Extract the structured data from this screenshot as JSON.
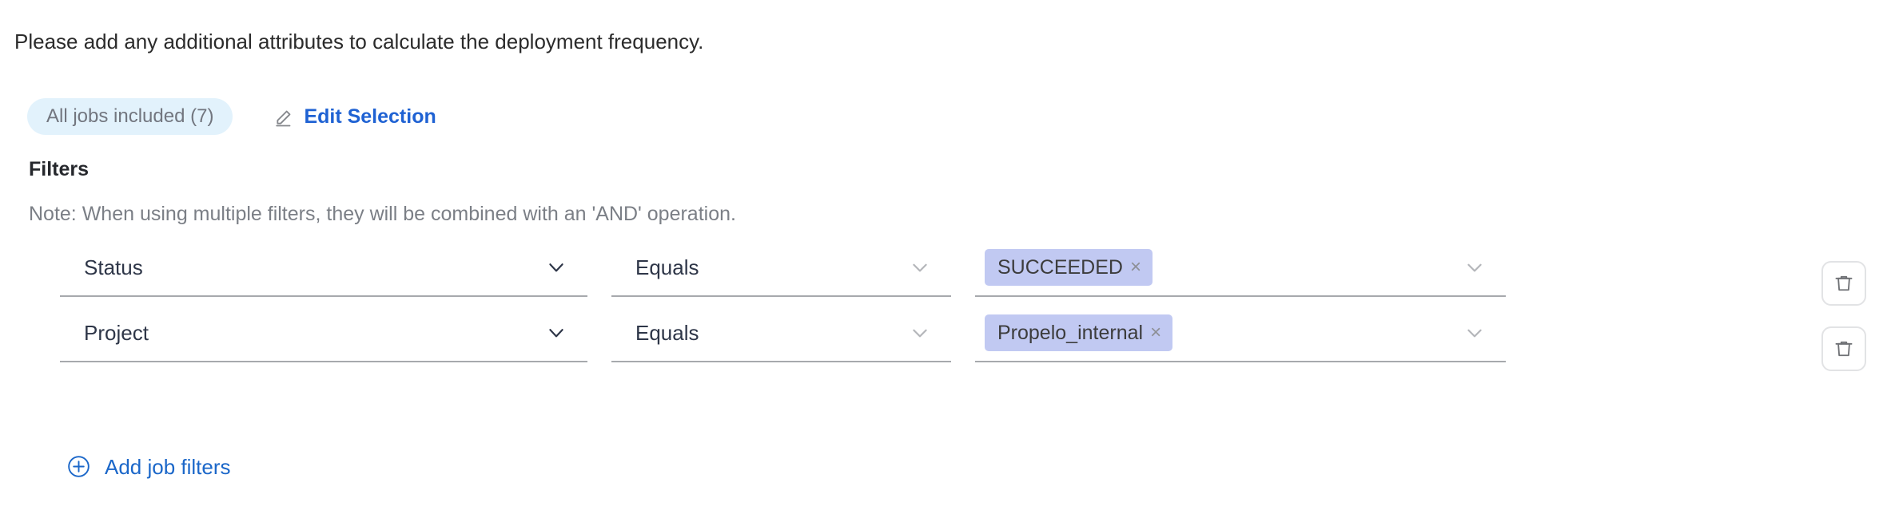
{
  "intro": {
    "text": "Please add any additional attributes to calculate the deployment frequency."
  },
  "selection": {
    "jobs_pill_label": "All jobs included (7)",
    "edit_selection_label": "Edit Selection",
    "pencil_icon": "pencil-icon"
  },
  "filters": {
    "title": "Filters",
    "note": "Note: When using multiple filters, they will be combined with an 'AND' operation.",
    "add_label": "Add job filters",
    "add_icon": "plus-circle-icon",
    "delete_icon": "trash-icon",
    "rows": [
      {
        "attribute": "Status",
        "operator": "Equals",
        "value_chip": "SUCCEEDED",
        "chip_remove": "×"
      },
      {
        "attribute": "Project",
        "operator": "Equals",
        "value_chip": "Propelo_internal",
        "chip_remove": "×"
      }
    ]
  },
  "colors": {
    "link_blue": "#1b67c9",
    "pill_bg": "#e2f2fc",
    "pill_text": "#72767f",
    "chip_bg": "#c1c9f2",
    "chip_text": "#3c3c3c",
    "field_text": "#2e3648",
    "underline": "#a7a9ad",
    "note_text": "#7b7f86"
  }
}
